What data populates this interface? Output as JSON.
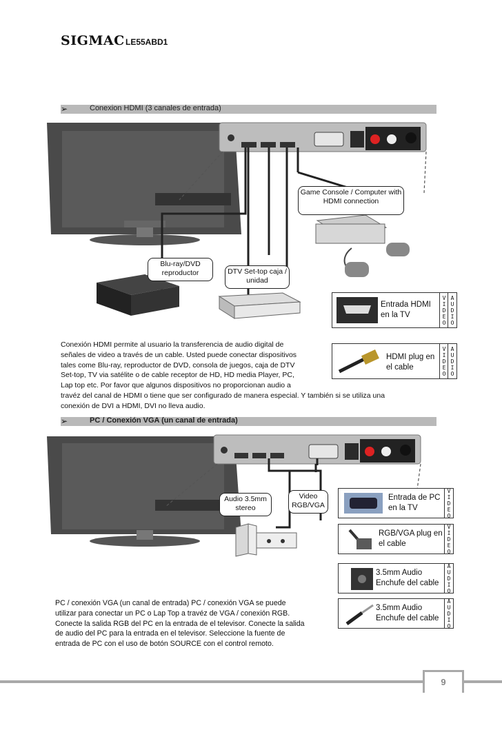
{
  "header": {
    "brand": "SIGMAC",
    "model": "LE55ABD1"
  },
  "section1": {
    "arrow": "➢",
    "title": "Conexion HDMI (3 canales de entrada)",
    "labels": {
      "game": "Game Console / Computer with HDMI connection",
      "bluray": "Blu-ray/DVD reproductor",
      "dtv": "DTV Set-top caja / unidad"
    },
    "boxes": [
      {
        "text": "Entrada HDMI en la TV",
        "col1": [
          "V",
          "I",
          "D",
          "E",
          "O"
        ],
        "col2": [
          "A",
          "U",
          "D",
          "I",
          "O"
        ]
      },
      {
        "text": "HDMI plug en el cable",
        "col1": [
          "V",
          "I",
          "D",
          "E",
          "O"
        ],
        "col2": [
          "A",
          "U",
          "D",
          "I",
          "O"
        ]
      }
    ],
    "para_lines": [
      "Conexión HDMI permite al usuario la transferencia de audio digital de",
      "señales de video a través de un cable. Usted puede conectar dispositivos",
      "tales come Blu-ray, reproductor de DVD, consola de juegos, caja de DTV",
      "Set-top, TV via satélite o de cable receptor de HD, HD media Player, PC,",
      "Lap top etc. Por favor que algunos dispositivos no proporcionan audio a",
      "travéz del canal de HDMI o tiene que ser configurado de manera especial. Y también si se utiliza una",
      "conexión de DVI a HDMI, DVI no lleva audio."
    ]
  },
  "section2": {
    "arrow": "➢",
    "title": "PC / Conexión VGA (un canal de entrada)",
    "labels": {
      "audio": "Audio 3.5mm stereo",
      "video": "Video RGB/VGA"
    },
    "boxes": [
      {
        "text": "Entrada de PC en la TV",
        "col": [
          "V",
          "I",
          "D",
          "E",
          "O"
        ]
      },
      {
        "text": "RGB/VGA plug en el cable",
        "col": [
          "V",
          "I",
          "D",
          "E",
          "O"
        ]
      },
      {
        "text": "3.5mm Audio Enchufe del cable",
        "col": [
          "A",
          "U",
          "D",
          "I",
          "O"
        ]
      },
      {
        "text": "3.5mm Audio Enchufe del cable",
        "col": [
          "A",
          "U",
          "D",
          "I",
          "O"
        ]
      }
    ],
    "para_lines": [
      "PC / conexión VGA (un canal de entrada) PC / conexión VGA se puede",
      "utilizar para conectar un PC o Lap Top a travéz de VGA / conexión RGB.",
      "Conecte la salida RGB del PC en la entrada de el televisor. Conecte la salida",
      "de audio del PC para la entrada en el televisor. Seleccione la fuente de",
      "entrada de PC con el uso de botón SOURCE con el control remoto."
    ]
  },
  "footer": {
    "page": "9"
  }
}
